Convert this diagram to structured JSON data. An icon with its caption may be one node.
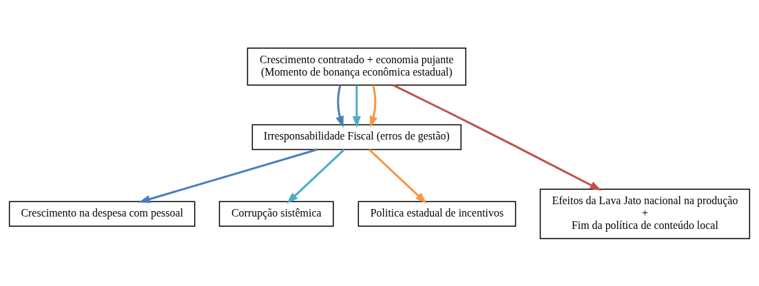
{
  "diagram": {
    "nodes": [
      {
        "text": [
          "Crescimento contratado + economia pujante",
          "(Momento de bonança econômica estadual)"
        ]
      },
      {
        "text": [
          "Irresponsabilidade Fiscal (erros de gestão)"
        ]
      },
      {
        "text": [
          "Crescimento na despesa com pessoal"
        ]
      },
      {
        "text": [
          "Corrupção sistêmica"
        ]
      },
      {
        "text": [
          "Politica estadual de incentivos"
        ]
      },
      {
        "text": [
          "Efeitos da Lava Jato nacional na produção",
          "+",
          "Fim da política de conteúdo local"
        ]
      }
    ],
    "edges": [
      {
        "from": 0,
        "to": 1,
        "arrow": "to",
        "color": "#4a7ebb"
      },
      {
        "from": 0,
        "to": 1,
        "arrow": "to",
        "color": "#4bacc6"
      },
      {
        "from": 0,
        "to": 1,
        "arrow": "to",
        "color": "#f79646"
      },
      {
        "from": 0,
        "to": 5,
        "arrow": "to",
        "color": "#c0504d"
      },
      {
        "from": 1,
        "to": 2,
        "arrow": "to",
        "color": "#4a7ebb"
      },
      {
        "from": 1,
        "to": 3,
        "arrow": "to",
        "color": "#4bacc6"
      },
      {
        "from": 1,
        "to": 4,
        "arrow": "to",
        "color": "#f79646"
      }
    ]
  }
}
